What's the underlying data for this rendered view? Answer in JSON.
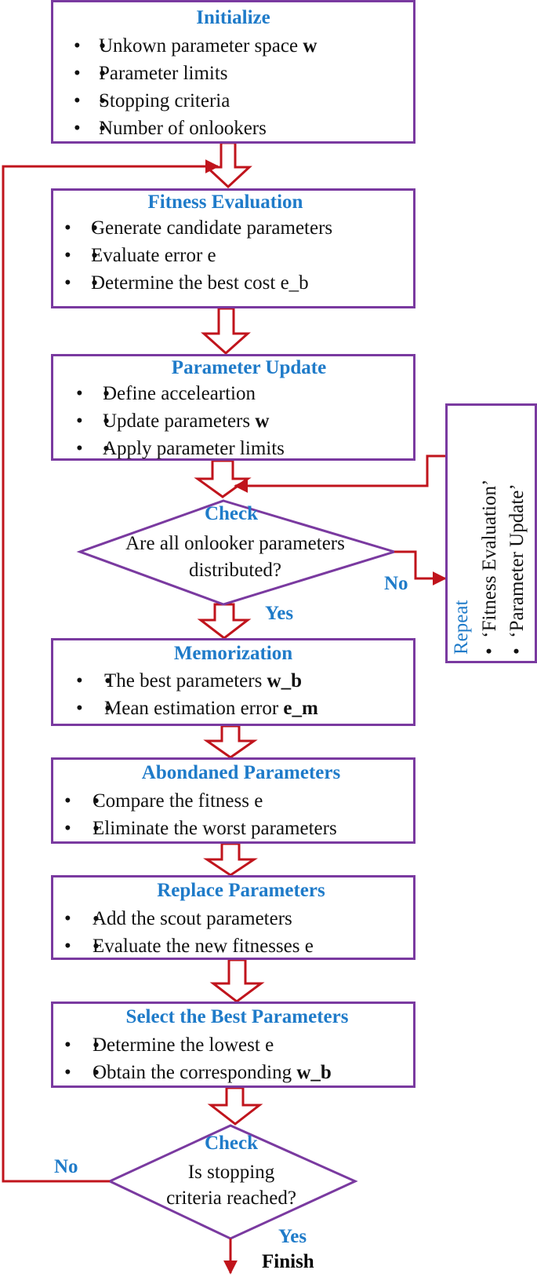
{
  "initialize": {
    "title": "Initialize",
    "items": [
      "Unkown parameter space ",
      "Parameter limits",
      "Stopping criteria",
      "Number of onlookers"
    ],
    "bold_suffix": "w"
  },
  "fitness": {
    "title": "Fitness Evaluation",
    "items": [
      "Generate candidate parameters",
      "Evaluate error e",
      "Determine the best cost e_b"
    ]
  },
  "param_update": {
    "title": "Parameter Update",
    "items": [
      "Define acceleartion",
      "Update parameters ",
      "Apply parameter limits"
    ],
    "bold_suffix": "w"
  },
  "check1": {
    "title": "Check",
    "line1": "Are all onlooker parameters",
    "line2": "distributed?",
    "no": "No",
    "yes": "Yes"
  },
  "repeat": {
    "title": "Repeat",
    "items": [
      "‘Fitness Evaluation’",
      "‘Parameter Update’"
    ]
  },
  "memorization": {
    "title": "Memorization",
    "items": [
      "The best parameters ",
      "Mean estimation error "
    ],
    "bold_suffixes": [
      "w_b",
      "e_m"
    ]
  },
  "abondaned": {
    "title": "Abondaned Parameters",
    "items": [
      "Compare the fitness e",
      "Eliminate the worst parameters"
    ]
  },
  "replace": {
    "title": "Replace Parameters",
    "items": [
      "Add the scout parameters",
      "Evaluate the new fitnesses e"
    ]
  },
  "select_best": {
    "title": "Select the Best Parameters",
    "items": [
      "Determine the lowest e",
      "Obtain the corresponding "
    ],
    "bold_suffix": "w_b"
  },
  "check2": {
    "title": "Check",
    "line1": "Is stopping",
    "line2": "criteria reached?",
    "no": "No",
    "yes": "Yes"
  },
  "finish": "Finish",
  "colors": {
    "box_border": "#7a3aa0",
    "title_blue": "#1f7bc9",
    "arrow_red": "#c0141c"
  }
}
